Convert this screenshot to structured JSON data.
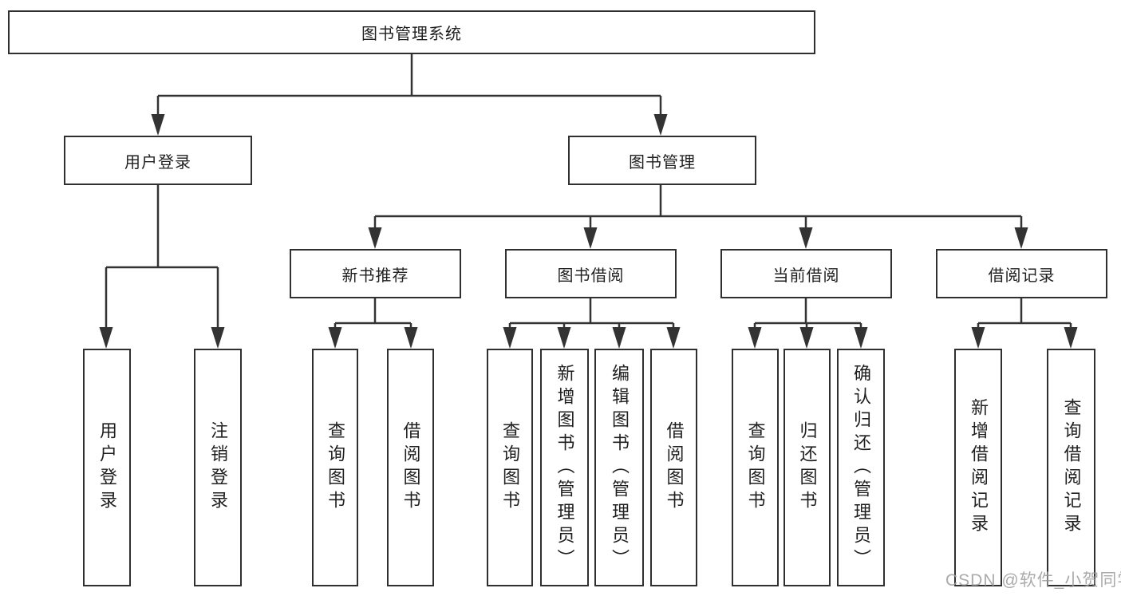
{
  "diagram": {
    "root": {
      "label": "图书管理系统"
    },
    "level2": [
      {
        "label": "用户登录"
      },
      {
        "label": "图书管理"
      }
    ],
    "level3": [
      {
        "label": "新书推荐",
        "parent": "图书管理"
      },
      {
        "label": "图书借阅",
        "parent": "图书管理"
      },
      {
        "label": "当前借阅",
        "parent": "图书管理"
      },
      {
        "label": "借阅记录",
        "parent": "图书管理"
      }
    ],
    "leaves": [
      {
        "label": "用户登录",
        "parent": "用户登录"
      },
      {
        "label": "注销登录",
        "parent": "用户登录"
      },
      {
        "label": "查询图书",
        "parent": "新书推荐"
      },
      {
        "label": "借阅图书",
        "parent": "新书推荐"
      },
      {
        "label": "查询图书",
        "parent": "图书借阅"
      },
      {
        "label": "新增图书（管理员）",
        "parent": "图书借阅"
      },
      {
        "label": "编辑图书（管理员）",
        "parent": "图书借阅"
      },
      {
        "label": "借阅图书",
        "parent": "图书借阅"
      },
      {
        "label": "查询图书",
        "parent": "当前借阅"
      },
      {
        "label": "归还图书",
        "parent": "当前借阅"
      },
      {
        "label": "确认归还（管理员）",
        "parent": "当前借阅"
      },
      {
        "label": "新增借阅记录",
        "parent": "借阅记录"
      },
      {
        "label": "查询借阅记录",
        "parent": "借阅记录"
      }
    ]
  },
  "watermark": {
    "text": "CSDN @软件_小贺同学"
  },
  "colors": {
    "line": "#333333",
    "border": "#303030",
    "text": "#1f1f1f",
    "background": "#ffffff",
    "watermark": "#9e9e9e"
  }
}
